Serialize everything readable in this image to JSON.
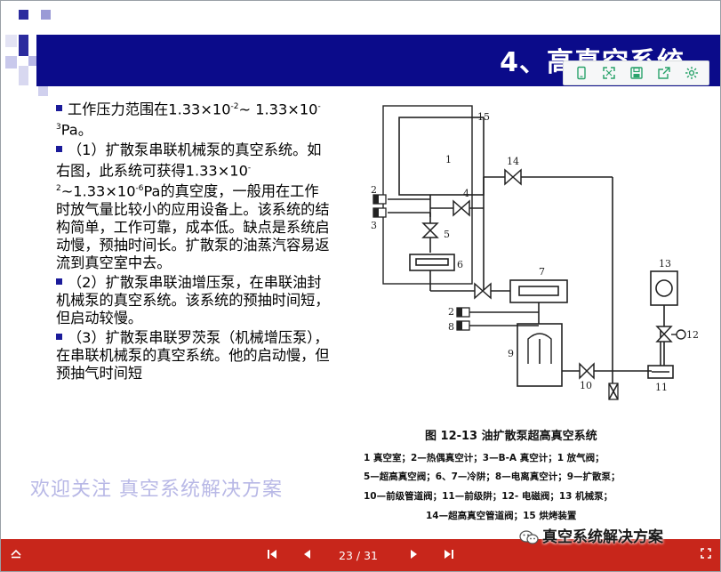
{
  "slide": {
    "title": "4、高真空系统",
    "page_indicator": "23 / 31",
    "watermark": "欢迎关注  真空系统解决方案",
    "brand": "真空系统解决方案"
  },
  "bullets": [
    {
      "pre": "工作压力范围在1.33×10",
      "sup1": "-2",
      "mid": "~ 1.33×10",
      "sup2": "-3",
      "post": "Pa。"
    },
    {
      "text_a": "（1）扩散泵串联机械泵的真空系统。如右图，此系统可获得1.33×10",
      "sup_a": "-2",
      "text_b": "~1.33×10",
      "sup_b": "-6",
      "text_c": "Pa的真空度，一般用在工作时放气量比较小的应用设备上。该系统的结构简单，工作可靠，成本低。缺点是系统启动慢，预抽时间长。扩散泵的油蒸汽容易返流到真空室中去。"
    },
    {
      "text": "（2）扩散泵串联油增压泵，在串联油封机械泵的真空系统。该系统的预抽时间短，但启动较慢。"
    },
    {
      "text": "（3）扩散泵串联罗茨泵（机械增压泵），在串联机械泵的真空系统。他的启动慢，但预抽气时间短"
    }
  ],
  "figure": {
    "caption": "图 12-13    油扩散泵超高真空系统",
    "legend": [
      "1  真空室；2—热偶真空计；3—B-A 真空计；1  放气阀；",
      "5—超高真空阀；6、7—冷阱；8—电离真空计；9—扩散泵；",
      "10—前级管道阀；11—前级阱；12- 电磁阀；13  机械泵；",
      "14—超高真空管道阀；15  烘烤装置"
    ],
    "labels": {
      "l1": "1",
      "l2": "2",
      "l3": "3",
      "l4": "4",
      "l5": "5",
      "l6": "6",
      "l7": "7",
      "l8": "8",
      "l9": "9",
      "l10": "10",
      "l11": "11",
      "l12": "12",
      "l13": "13",
      "l14": "14",
      "l15": "15",
      "l2b": "2"
    }
  },
  "toolbar": {
    "icons": [
      "phone-icon",
      "fullscreen-icon",
      "save-icon",
      "share-icon",
      "settings-icon"
    ]
  },
  "colors": {
    "title_bar": "#0b0b8a",
    "bottom_bar": "#c8261b",
    "bullet": "#1b1b9a",
    "watermark": "#b8b8e6",
    "toolbar_icon": "#2aa36b"
  }
}
